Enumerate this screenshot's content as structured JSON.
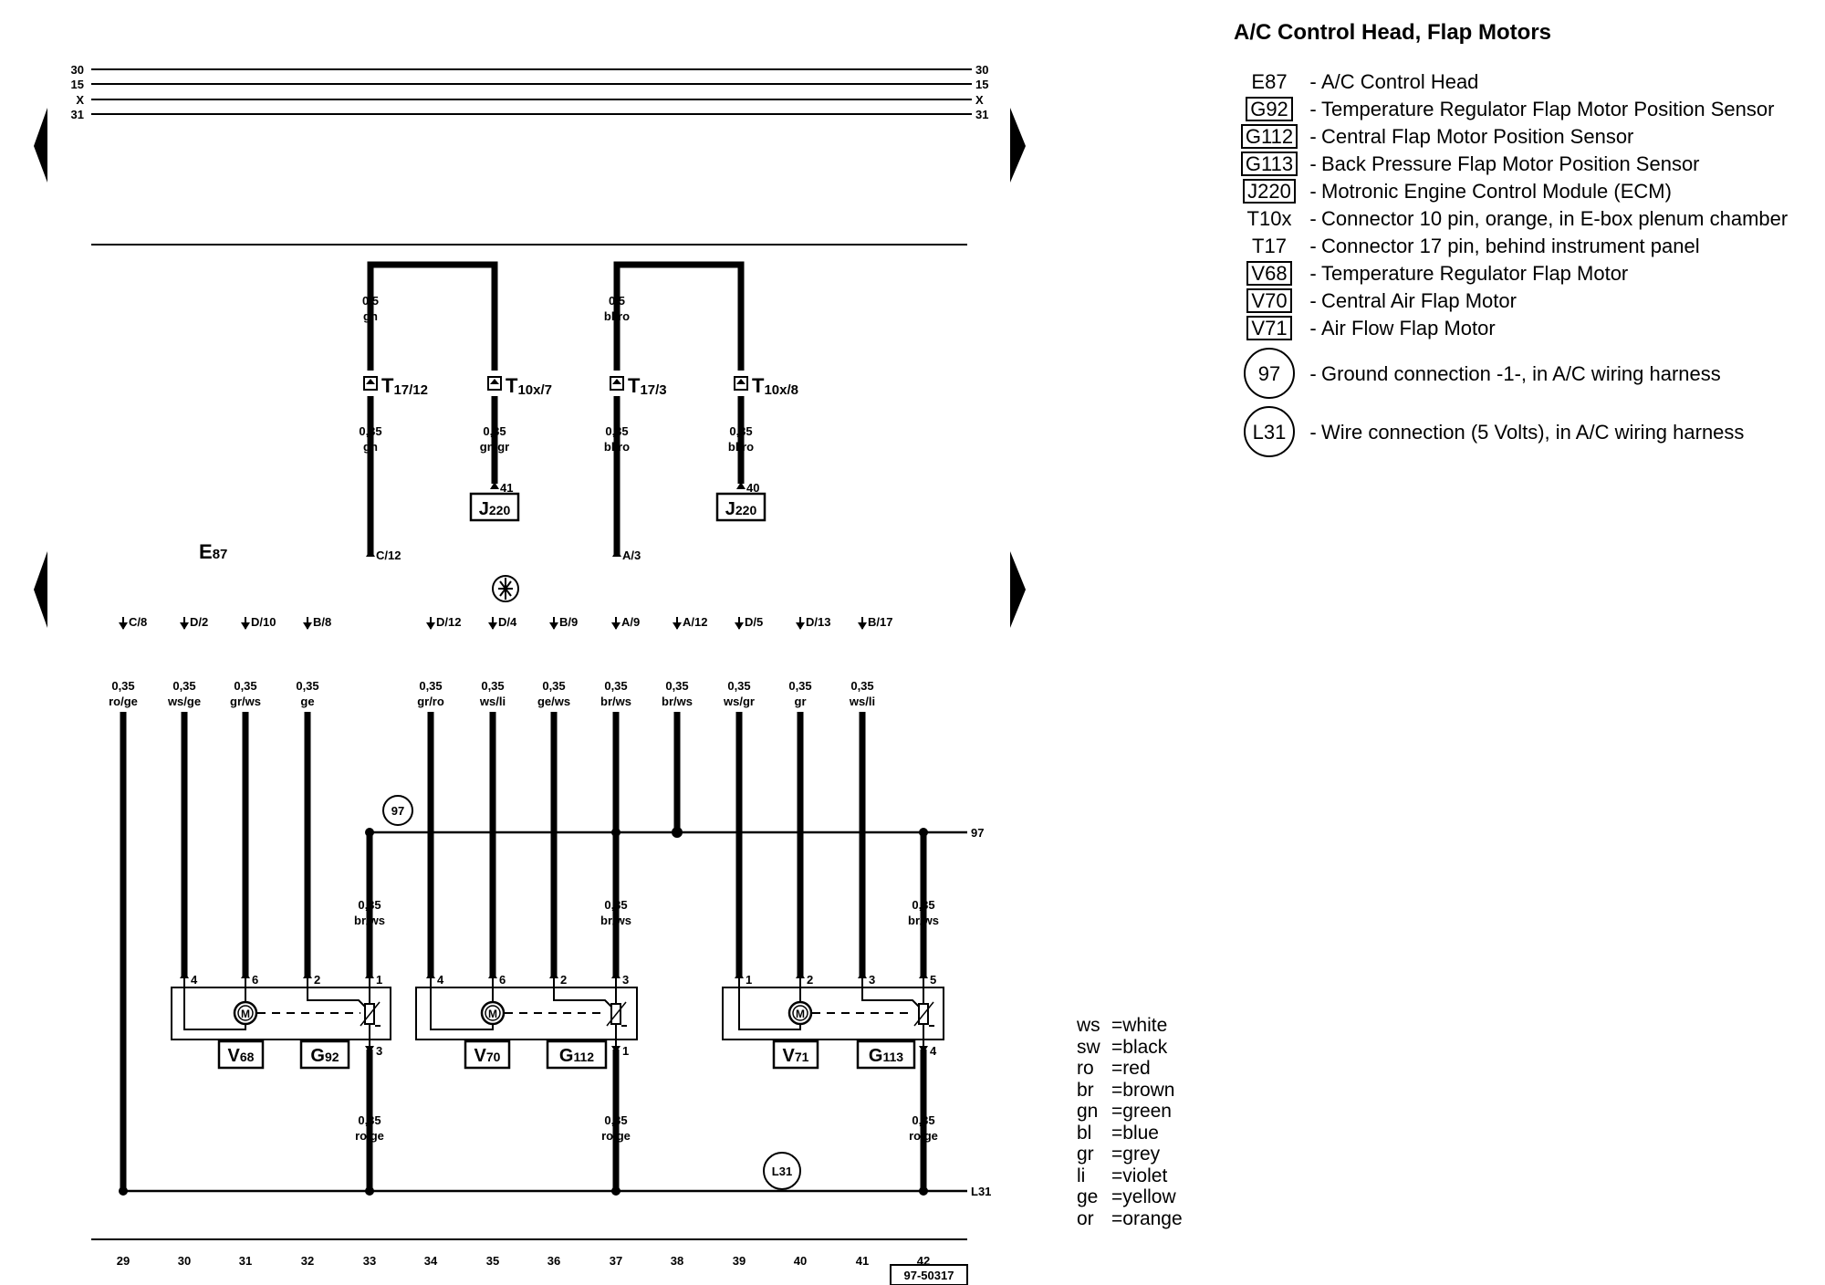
{
  "title": "A/C Control Head, Flap Motors",
  "legend": [
    {
      "code": "E87",
      "style": "plain",
      "desc": "A/C Control Head"
    },
    {
      "code": "G92",
      "style": "box",
      "desc": "Temperature Regulator Flap Motor Position Sensor"
    },
    {
      "code": "G112",
      "style": "box",
      "desc": "Central Flap Motor Position Sensor"
    },
    {
      "code": "G113",
      "style": "box",
      "desc": "Back Pressure Flap Motor Position Sensor"
    },
    {
      "code": "J220",
      "style": "box",
      "desc": "Motronic Engine Control Module (ECM)"
    },
    {
      "code": "T10x",
      "style": "plain",
      "desc": "Connector 10 pin, orange, in E-box plenum chamber"
    },
    {
      "code": "T17",
      "style": "plain",
      "desc": "Connector 17 pin, behind instrument panel"
    },
    {
      "code": "V68",
      "style": "box",
      "desc": "Temperature Regulator Flap Motor"
    },
    {
      "code": "V70",
      "style": "box",
      "desc": "Central Air Flap Motor"
    },
    {
      "code": "V71",
      "style": "box",
      "desc": "Air Flow Flap Motor"
    },
    {
      "code": "97",
      "style": "circle",
      "desc": "Ground connection -1-, in A/C wiring harness"
    },
    {
      "code": "L31",
      "style": "circle",
      "desc": "Wire connection (5 Volts), in A/C wiring harness"
    }
  ],
  "color_codes": [
    {
      "abbr": "ws",
      "name": "white"
    },
    {
      "abbr": "sw",
      "name": "black"
    },
    {
      "abbr": "ro",
      "name": "red"
    },
    {
      "abbr": "br",
      "name": "brown"
    },
    {
      "abbr": "gn",
      "name": "green"
    },
    {
      "abbr": "bl",
      "name": "blue"
    },
    {
      "abbr": "gr",
      "name": "grey"
    },
    {
      "abbr": "li",
      "name": "violet"
    },
    {
      "abbr": "ge",
      "name": "yellow"
    },
    {
      "abbr": "or",
      "name": "orange"
    }
  ],
  "diagram": {
    "bus_labels": [
      "30",
      "15",
      "X",
      "31"
    ],
    "upper_group_1": {
      "wire_top_left": [
        "0,5",
        "gn"
      ],
      "conn_left": {
        "main": "T",
        "sub": "17/12"
      },
      "conn_right": {
        "main": "T",
        "sub": "10x/7"
      },
      "wire_bottom_left": [
        "0,35",
        "gn"
      ],
      "wire_bottom_right": [
        "0,35",
        "gn/gr"
      ],
      "pin_right": "41",
      "component_right": {
        "main": "J",
        "sub": "220"
      },
      "pin_left_bottom": "C/12"
    },
    "upper_group_2": {
      "wire_top_left": [
        "0,5",
        "bl/ro"
      ],
      "conn_left": {
        "main": "T",
        "sub": "17/3"
      },
      "conn_right": {
        "main": "T",
        "sub": "10x/8"
      },
      "wire_bottom_left": [
        "0,35",
        "bl/ro"
      ],
      "wire_bottom_right": [
        "0,35",
        "bl/ro"
      ],
      "pin_right": "40",
      "component_right": {
        "main": "J",
        "sub": "220"
      },
      "pin_left_bottom": "A/3"
    },
    "control_head": {
      "main": "E",
      "sub": "87"
    },
    "e87_pins": [
      {
        "pin": "C/8",
        "wire": [
          "0,35",
          "ro/ge"
        ]
      },
      {
        "pin": "D/2",
        "wire": [
          "0,35",
          "ws/ge"
        ]
      },
      {
        "pin": "D/10",
        "wire": [
          "0,35",
          "gr/ws"
        ]
      },
      {
        "pin": "B/8",
        "wire": [
          "0,35",
          "ge"
        ]
      },
      {
        "pin": "D/12",
        "wire": [
          "0,35",
          "gr/ro"
        ]
      },
      {
        "pin": "D/4",
        "wire": [
          "0,35",
          "ws/li"
        ]
      },
      {
        "pin": "B/9",
        "wire": [
          "0,35",
          "ge/ws"
        ]
      },
      {
        "pin": "A/9",
        "wire": [
          "0,35",
          "br/ws"
        ]
      },
      {
        "pin": "A/12",
        "wire": [
          "0,35",
          "br/ws"
        ]
      },
      {
        "pin": "D/5",
        "wire": [
          "0,35",
          "ws/gr"
        ]
      },
      {
        "pin": "D/13",
        "wire": [
          "0,35",
          "gr"
        ]
      },
      {
        "pin": "B/17",
        "wire": [
          "0,35",
          "ws/li"
        ]
      }
    ],
    "ground_97": {
      "label": "97",
      "right_label": "97"
    },
    "ground_drops": [
      [
        "0,35",
        "br/ws"
      ],
      [
        "0,35",
        "br/ws"
      ],
      [
        "0,35",
        "br/ws"
      ]
    ],
    "motor_symbol": "M",
    "motor_groups": [
      {
        "pins_top": [
          "4",
          "6",
          "2",
          "1"
        ],
        "pin_bottom": "3",
        "motor": {
          "main": "V",
          "sub": "68"
        },
        "sensor": {
          "main": "G",
          "sub": "92"
        }
      },
      {
        "pins_top": [
          "4",
          "6",
          "2",
          "3"
        ],
        "pin_bottom": "1",
        "motor": {
          "main": "V",
          "sub": "70"
        },
        "sensor": {
          "main": "G",
          "sub": "112"
        }
      },
      {
        "pins_top": [
          "1",
          "2",
          "3",
          "5"
        ],
        "pin_bottom": "4",
        "motor": {
          "main": "V",
          "sub": "71"
        },
        "sensor": {
          "main": "G",
          "sub": "113"
        }
      }
    ],
    "bottom_wires": [
      [
        "0,35",
        "ro/ge"
      ],
      [
        "0,35",
        "ro/ge"
      ],
      [
        "0,35",
        "ro/ge"
      ]
    ],
    "l31": {
      "label": "L31",
      "right_label": "L31"
    },
    "track_numbers": [
      "29",
      "30",
      "31",
      "32",
      "33",
      "34",
      "35",
      "36",
      "37",
      "38",
      "39",
      "40",
      "41",
      "42"
    ],
    "ref_code": "97-50317"
  }
}
